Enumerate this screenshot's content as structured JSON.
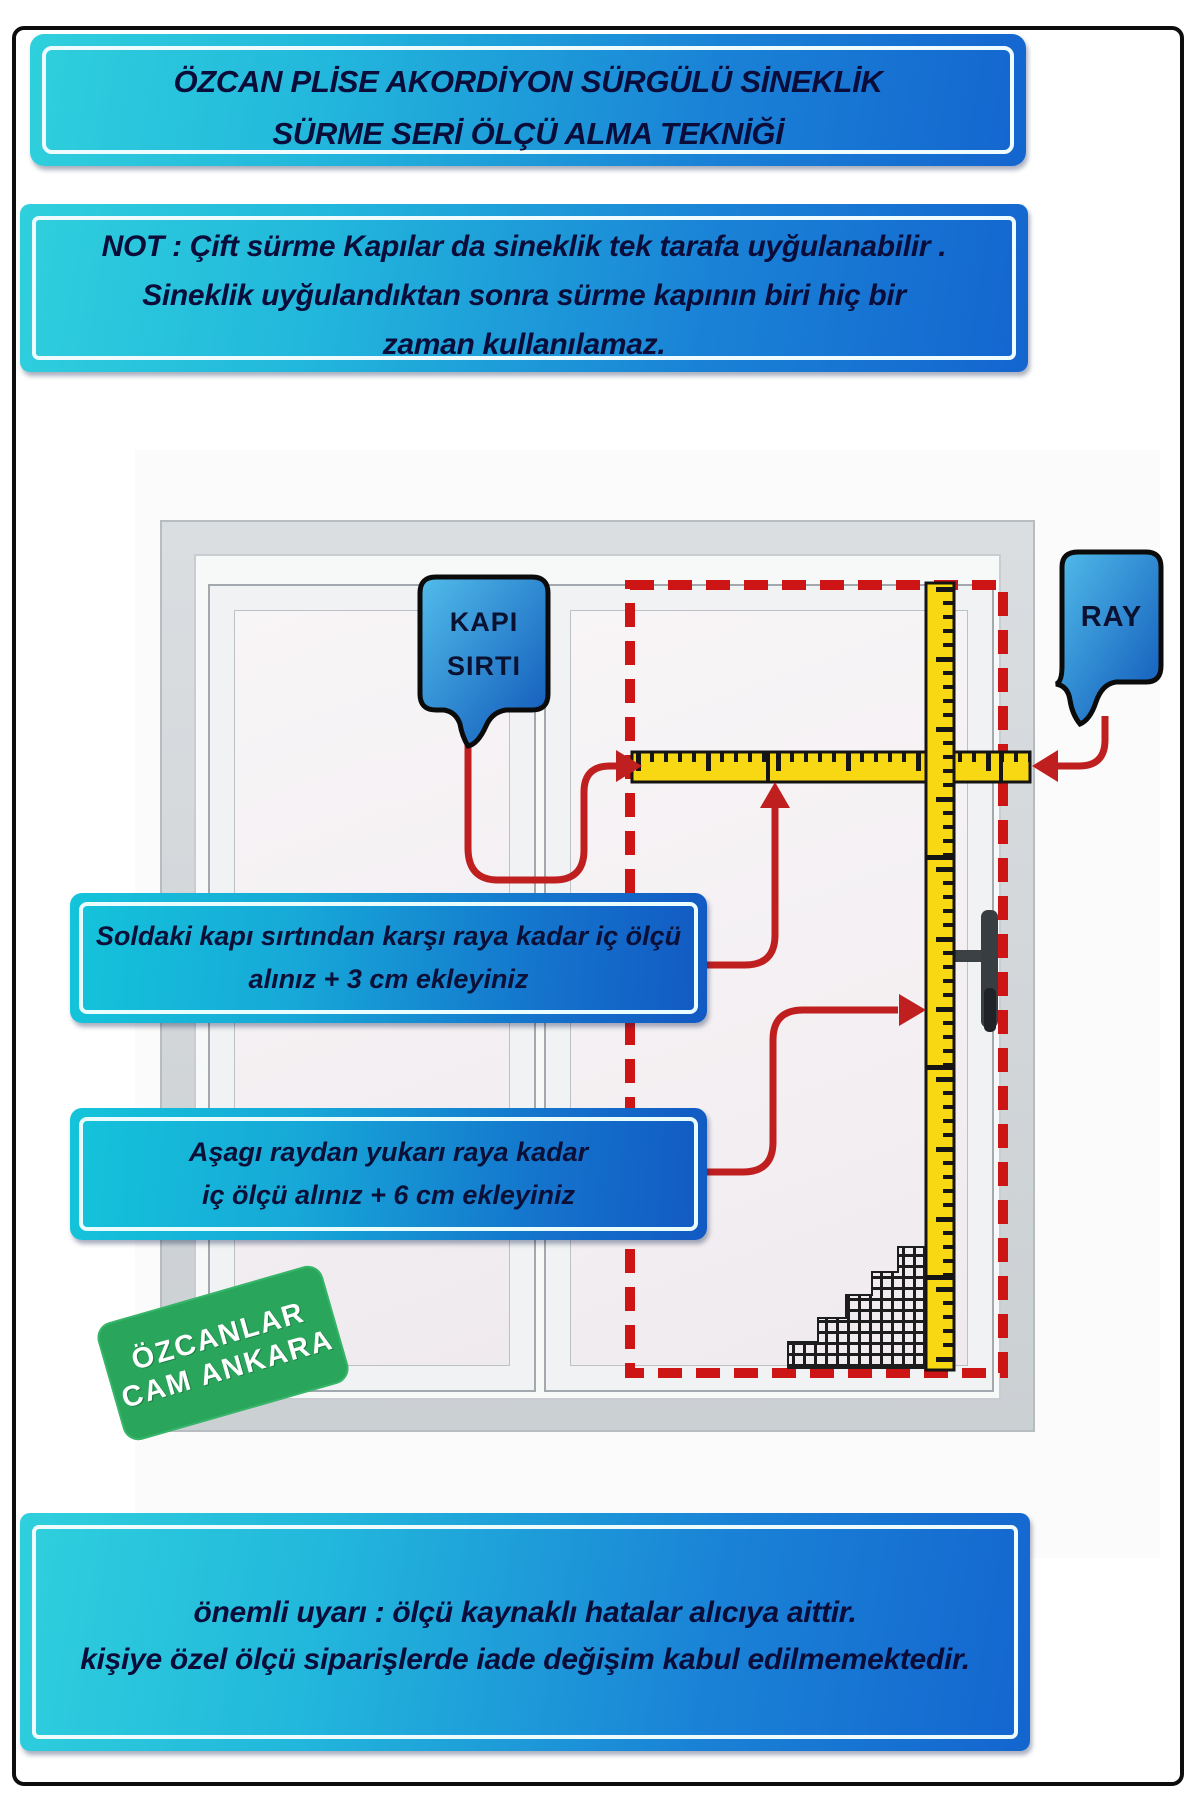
{
  "title_banner": {
    "line1": "ÖZCAN PLİSE AKORDİYON SÜRGÜLÜ SİNEKLİK",
    "line2": "SÜRME SERİ ÖLÇÜ ALMA TEKNİĞİ"
  },
  "note_banner": {
    "line1": "NOT : Çift sürme Kapılar da sineklik tek tarafa uyğulanabilir .",
    "line2": "Sineklik uyğulandıktan sonra sürme kapının biri hiç bir",
    "line3": "zaman kullanılamaz."
  },
  "diagram": {
    "kapi_sirti_label": {
      "line1": "KAPI",
      "line2": "SIRTI"
    },
    "ray_label": "RAY",
    "width_instruction": {
      "line1": "Soldaki kapı sırtından karşı raya kadar iç ölçü",
      "line2": "alınız + 3 cm ekleyiniz"
    },
    "height_instruction": {
      "line1": "Aşagı raydan yukarı raya kadar",
      "line2": "iç ölçü alınız + 6 cm ekleyiniz"
    },
    "stamp": {
      "line1": "ÖZCANLAR",
      "line2": "CAM ANKARA"
    }
  },
  "warning_banner": {
    "line1": "önemli uyarı : ölçü kaynaklı hatalar alıcıya aittir.",
    "line2": "kişiye özel ölçü siparişlerde iade değişim kabul edilmemektedir."
  },
  "colors": {
    "banner_gradient_start": "#2fd0dd",
    "banner_gradient_end": "#1465cf",
    "banner_text": "#0a0c3a",
    "ruler_yellow": "#f8d813",
    "dashed_red": "#ce1515",
    "connector_red": "#c01f1f",
    "stamp_green": "#2aa55c",
    "bubble_blue_start": "#52bdea",
    "bubble_blue_end": "#0e55b8"
  }
}
